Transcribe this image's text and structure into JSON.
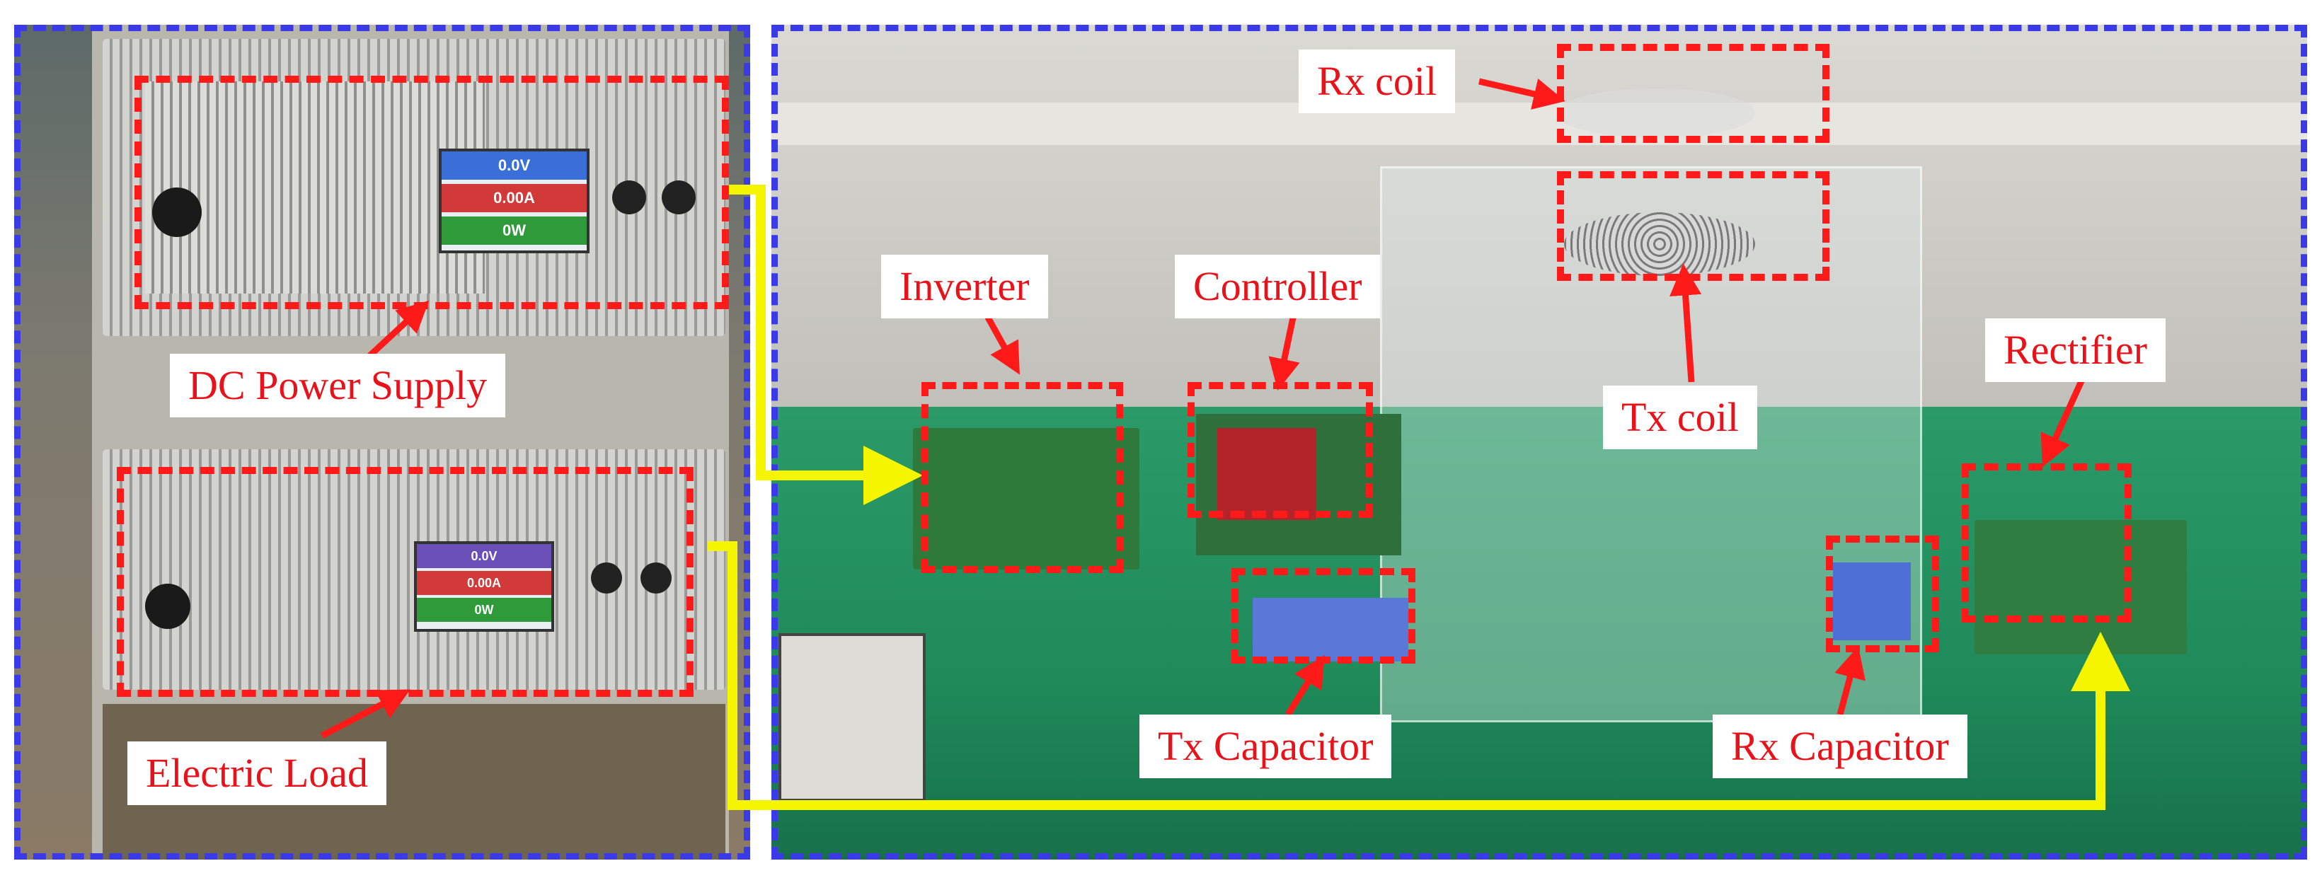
{
  "colors": {
    "annotation_red": "#ff1a1a",
    "label_text": "#e8121a",
    "wire_yellow": "#f5f500",
    "panel_border_blue": "#3a3ae8",
    "workbench_green": "#1f8a5a"
  },
  "left_panel": {
    "labels": {
      "dc_power_supply": "DC Power Supply",
      "electric_load": "Electric Load"
    },
    "psu_display": {
      "voltage": "0.0V",
      "current": "0.00A",
      "power": "0W"
    },
    "load_display": {
      "voltage": "0.0V",
      "current": "0.00A",
      "power": "0W"
    }
  },
  "right_panel": {
    "labels": {
      "rx_coil": "Rx coil",
      "inverter": "Inverter",
      "controller": "Controller",
      "tx_coil": "Tx coil",
      "rectifier": "Rectifier",
      "tx_capacitor": "Tx Capacitor",
      "rx_capacitor": "Rx Capacitor"
    }
  }
}
